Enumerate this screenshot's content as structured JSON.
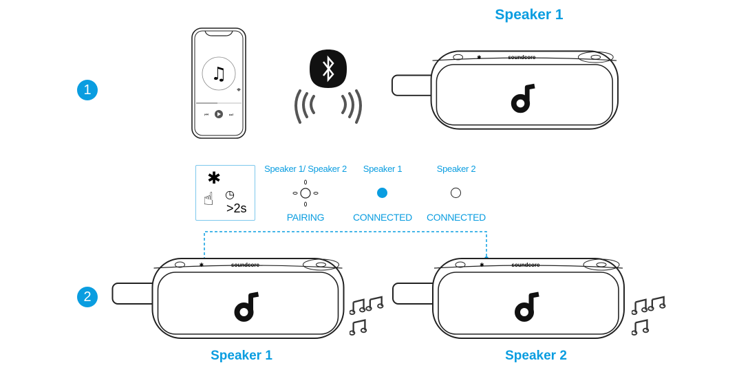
{
  "step1": {
    "number": "1",
    "title": "Speaker 1"
  },
  "step2": {
    "number": "2",
    "speaker_left_label": "Speaker 1",
    "speaker_right_label": "Speaker 2"
  },
  "speaker_brand": "soundcore",
  "instruction": {
    "hold_duration": ">2s",
    "indicators": [
      {
        "speaker": "Speaker 1/ Speaker 2",
        "state": "PAIRING",
        "led": "flashing"
      },
      {
        "speaker": "Speaker 1",
        "state": "CONNECTED",
        "led": "solid"
      },
      {
        "speaker": "Speaker 2",
        "state": "CONNECTED",
        "led": "off"
      }
    ]
  },
  "colors": {
    "accent": "#0a9de0"
  }
}
